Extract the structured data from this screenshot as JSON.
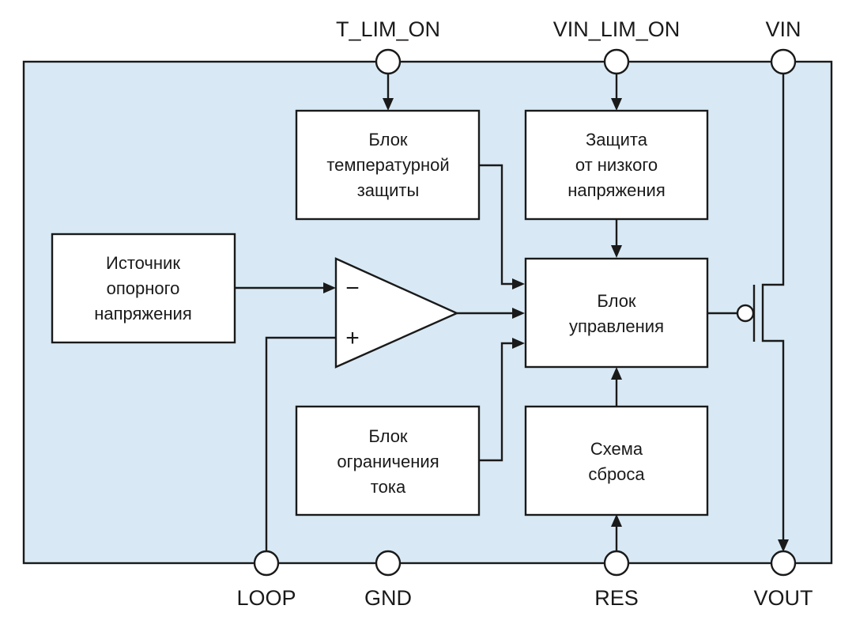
{
  "colors": {
    "chip_fill": "#d8e9f5",
    "stroke": "#1a1a1a",
    "block_fill": "#ffffff"
  },
  "pins": {
    "top": [
      "T_LIM_ON",
      "VIN_LIM_ON",
      "VIN"
    ],
    "bottom": [
      "LOOP",
      "GND",
      "RES",
      "VOUT"
    ]
  },
  "blocks": {
    "temp_protection": [
      "Блок",
      "температурной",
      "защиты"
    ],
    "undervoltage": [
      "Защита",
      "от низкого",
      "напряжения"
    ],
    "reference": [
      "Источник",
      "опорного",
      "напряжения"
    ],
    "control": [
      "Блок",
      "управления"
    ],
    "current_limit": [
      "Блок",
      "ограничения",
      "тока"
    ],
    "reset": [
      "Схема",
      "сброса"
    ]
  },
  "comparator": {
    "minus": "−",
    "plus": "+"
  }
}
